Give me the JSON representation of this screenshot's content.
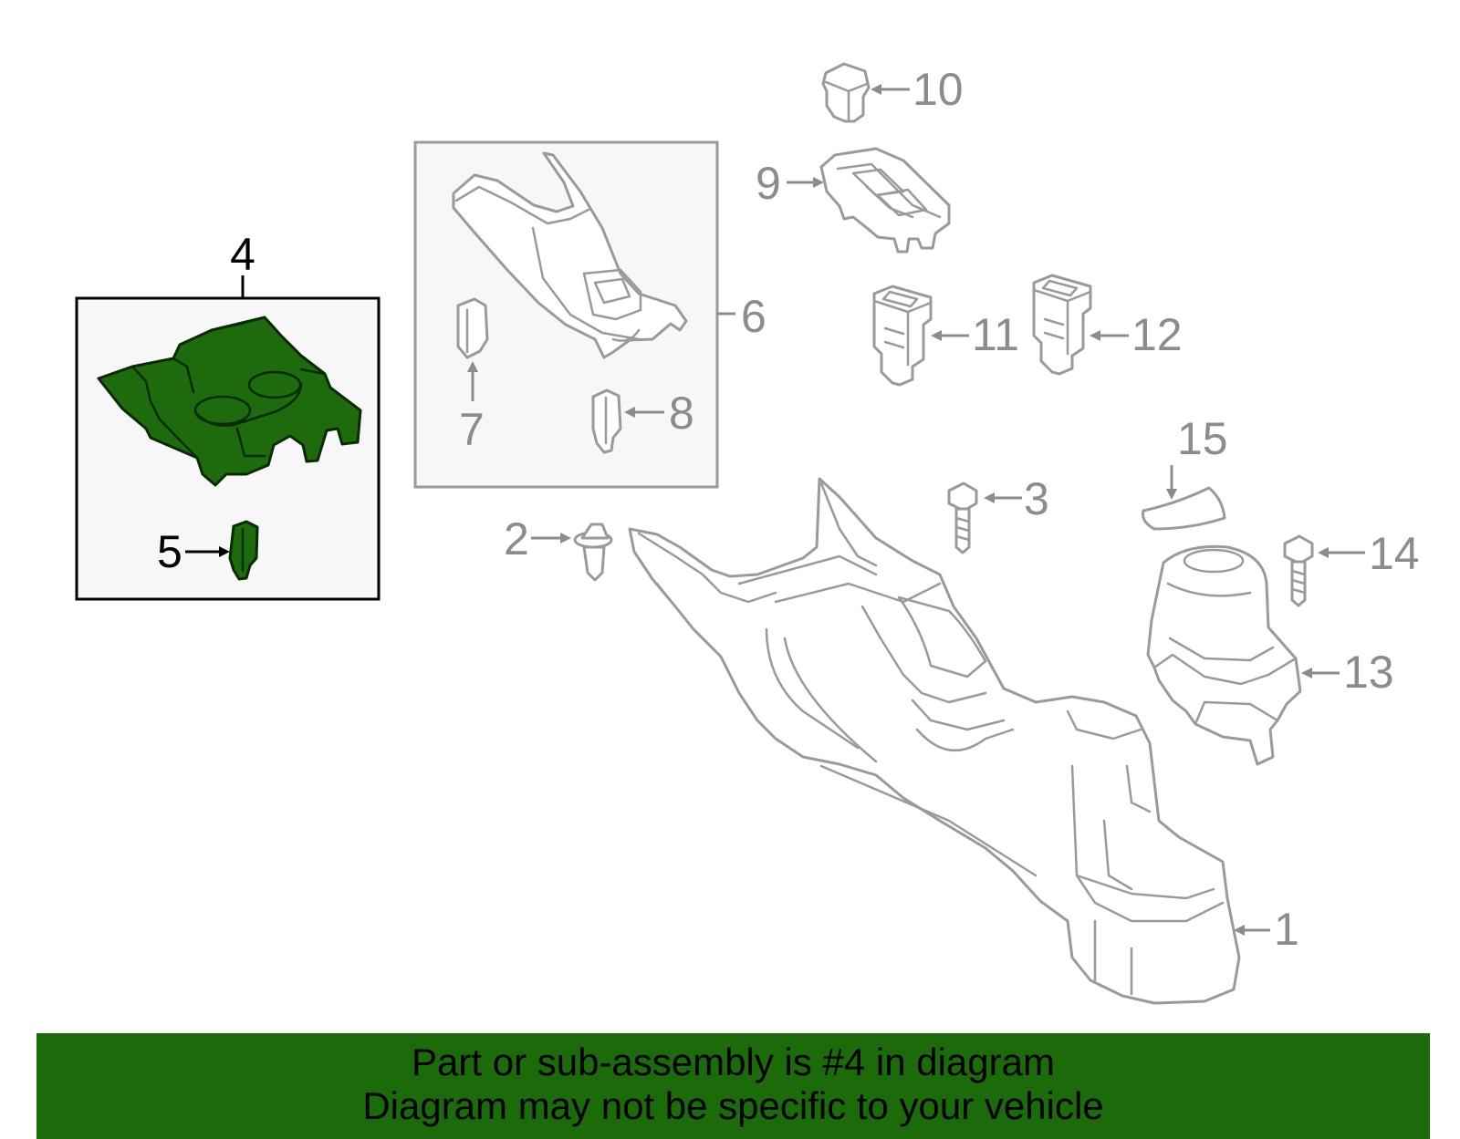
{
  "callouts": {
    "c1": "1",
    "c2": "2",
    "c3": "3",
    "c4": "4",
    "c5": "5",
    "c6": "6",
    "c7": "7",
    "c8": "8",
    "c9": "9",
    "c10": "10",
    "c11": "11",
    "c12": "12",
    "c13": "13",
    "c14": "14",
    "c15": "15"
  },
  "highlighted_part": "4",
  "colors": {
    "highlight_fill": "#1d6b0c",
    "banner_background": "#1b6b0a",
    "line_gray": "#9a9a9a"
  },
  "banner": {
    "line1": "Part or sub-assembly is #4 in diagram",
    "line2": "Diagram may not be specific to your vehicle"
  }
}
